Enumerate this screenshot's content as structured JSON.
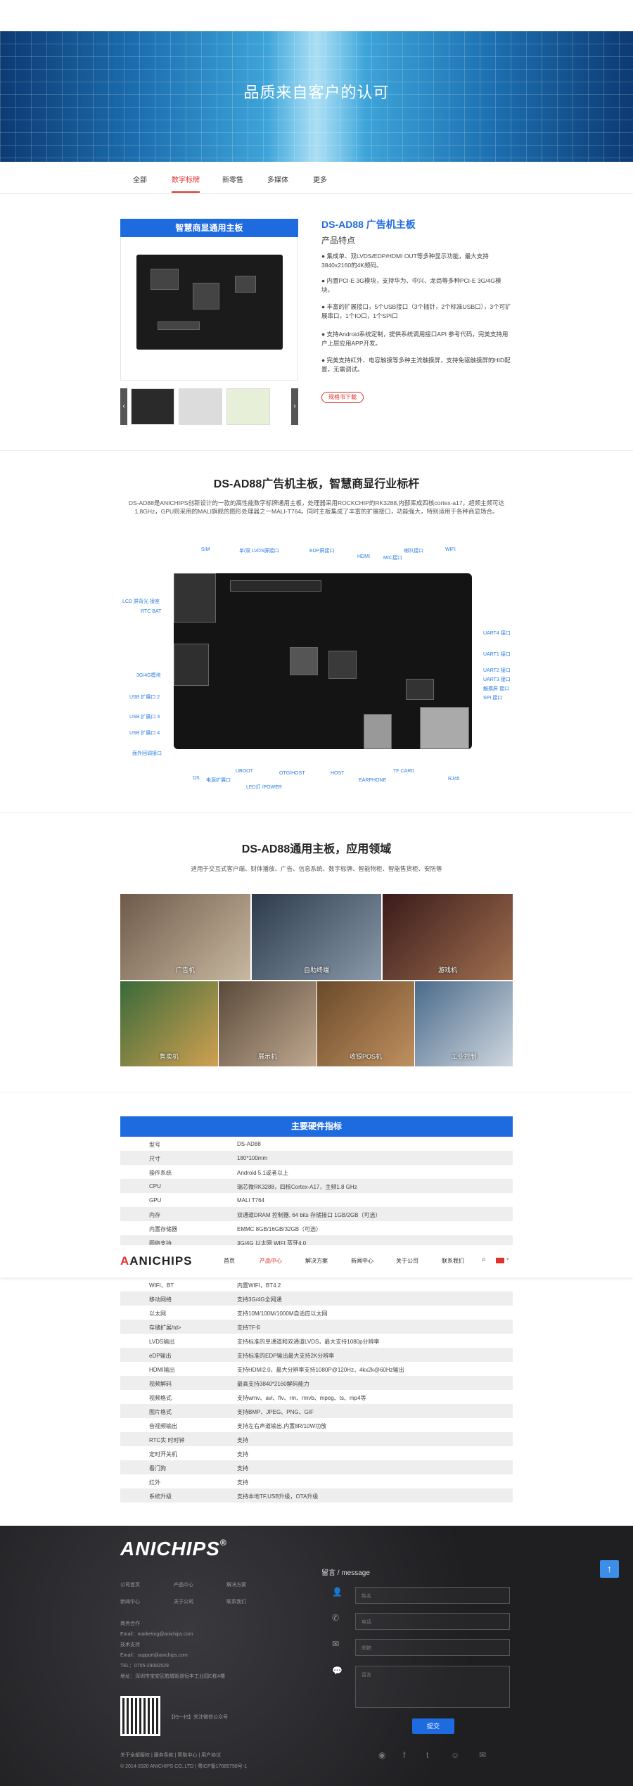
{
  "hero": {
    "title": "品质来自客户的认可"
  },
  "tabs": [
    {
      "label": "全部"
    },
    {
      "label": "数字标牌"
    },
    {
      "label": "新零售"
    },
    {
      "label": "多媒体"
    },
    {
      "label": "更多"
    }
  ],
  "product": {
    "banner": "智慧商显通用主板",
    "title": "DS-AD88 广告机主板",
    "subtitle": "产品特点",
    "features": [
      "● 集成单、双LVDS/EDP/HDMI OUT等多种显示功能，最大支持3840x2160的4K频码。",
      "● 内置PCI-E 3G模块，支持华为、中兴、龙尚等多种PCI-E 3G/4G模块。",
      "● 丰富的扩展接口，5个USB接口（3个插针，2个标准USB口），3个可扩展串口，1个IO口，1个SPI口",
      "● 支持Android系统定制，提供系统调用接口API 参考代码，完美支持用户上层应用APP开发。",
      "● 完美支持红外、电容触摸等多种主流触摸屏，支持免驱触摸屏的HID配置，无需调试。"
    ],
    "more_label": "规格书下载"
  },
  "section2": {
    "title": "DS-AD88广告机主板，智慧商显行业标杆",
    "desc": "DS-AD88是ANICHIPS创新设计的一款的高性能数字标牌通用主板，处理器采用ROCKCHIP的RK3288,内部库成四核cortex-a17，超频主频可达1.8GHz，GPU则采用的MALI旗舰的图形处理器之一MALI-T764。同时主板集成了丰富的扩展接口，功能强大，特别适用于各种商显场合。"
  },
  "callouts": {
    "top": [
      "SIM",
      "单/双 LVDS屏接口",
      "EDP屏接口",
      "HDMI",
      "MIC接口",
      "喇叭接口",
      "WIFI"
    ],
    "left": [
      "LCD 屏背光 接座",
      "RTC BAT",
      "3G/4G模块",
      "USB 扩展口 2",
      "USB 扩展口 3",
      "USB 扩展口 4",
      "面外回调接口"
    ],
    "right": [
      "UART4 接口",
      "UART1 接口",
      "UART2 接口",
      "UART3 接口",
      "触摸屏 接口",
      "SPI 接口"
    ],
    "bottom": [
      "DS",
      "电源扩展口",
      "UBOOT",
      "LED灯 /POWER",
      "OTG/HOST",
      "HOST",
      "EARPHONE",
      "TF CARD",
      "RJ45"
    ]
  },
  "section3": {
    "title": "DS-AD88通用主板，应用领域",
    "desc": "适用于交互式客户端、财体播放、广告、信息系统、数字标牌、智能物柜、智能售货柜、安防等"
  },
  "apps": [
    "广告机",
    "自助终端",
    "游戏机",
    "售卖机",
    "展示机",
    "收银POS机",
    "工业控制"
  ],
  "specs": {
    "title": "主要硬件指标",
    "rows": [
      {
        "k": "型号",
        "v": "DS-AD88"
      },
      {
        "k": "尺寸",
        "v": "180*100mm"
      },
      {
        "k": "操作系统",
        "v": "Android 5.1或者以上"
      },
      {
        "k": "CPU",
        "v": "瑞芯微RK3288，四核Cortex-A17，主频1.8 GHz"
      },
      {
        "k": "GPU",
        "v": "MALI T764"
      },
      {
        "k": "内存",
        "v": "双通道DRAM 控制器, 64 bits 存储接口 1GB/2GB（可选）"
      },
      {
        "k": "内置存储器",
        "v": "EMMC 8GB/16GB/32GB（可选）"
      },
      {
        "k": "网络支持",
        "v": "3G/4G 以太网 WIFI 蓝牙4.0"
      }
    ],
    "rows2": [
      {
        "k": "WIFI、BT",
        "v": "内置WIFI，BT4.2"
      },
      {
        "k": "移动网络",
        "v": "支持3G/4G全网通"
      },
      {
        "k": "以太网",
        "v": "支持10M/100M/1000M自适应以太网"
      },
      {
        "k": "存储扩展/td>",
        "v": "支持TF卡"
      },
      {
        "k": "LVDS输出",
        "v": "支持标准的单通道和双通道LVDS，最大支持1080p分辨率"
      },
      {
        "k": "eDP输出",
        "v": "支持标准的EDP输出最大支持2K分辨率"
      },
      {
        "k": "HDMI输出",
        "v": "支持HDMI2.0，最大分辨率支持1080P@120Hz，4kx2k@60Hz输出"
      },
      {
        "k": "视频解码",
        "v": "最高支持3840*2160解码能力"
      },
      {
        "k": "视频格式",
        "v": "支持wmv、avi、flv、rm、rmvb、mpeg、ts、mp4等"
      },
      {
        "k": "图片格式",
        "v": "支持BMP、JPEG、PNG、GIF"
      },
      {
        "k": "音视频输出",
        "v": "支持左右声道输出,内置8R/10W功放"
      },
      {
        "k": "RTC实 时时钟",
        "v": "支持"
      },
      {
        "k": "定时开关机",
        "v": "支持"
      },
      {
        "k": "看门狗",
        "v": "支持"
      },
      {
        "k": "红外",
        "v": "支持"
      },
      {
        "k": "系统升级",
        "v": "支持本地TF,USB升级，OTA升级"
      }
    ]
  },
  "navbar": {
    "logo": "ANICHIPS",
    "items": [
      "首页",
      "产品中心",
      "解决方案",
      "新闻中心",
      "关于公司",
      "联系我们"
    ],
    "active_index": 1
  },
  "footer": {
    "logo": "ANICHIPS",
    "registered": "®",
    "links": [
      "公司首页",
      "产品中心",
      "解决方案",
      "新闻中心",
      "关于公司",
      "联系我们"
    ],
    "contact_title": "商务合作",
    "email1": "Email：marketing@anichips.com",
    "support_title": "技术支持",
    "email2": "Email：support@anichips.com",
    "tel": "TEL：0755-29082529",
    "address": "地址：深圳市宝安区航城街道恒丰工业园C栋4楼",
    "qr_label": "【扫一扫】关注微信公众号",
    "message_title": "留言 / message",
    "name_ph": "姓名",
    "phone_ph": "电话",
    "email_ph": "邮箱",
    "content_ph": "留言",
    "submit_label": "提交",
    "bottom_links": "关于全部版权 | 服务条款 | 帮助中心 | 用户协议",
    "copyright": "© 2014-2020 ANICHIPS CO.,LTD | 粤ICP备17085758号-1"
  },
  "colors": {
    "accent": "#1e6be0",
    "red": "#e0322b",
    "footer_bg": "#1f1f22"
  }
}
